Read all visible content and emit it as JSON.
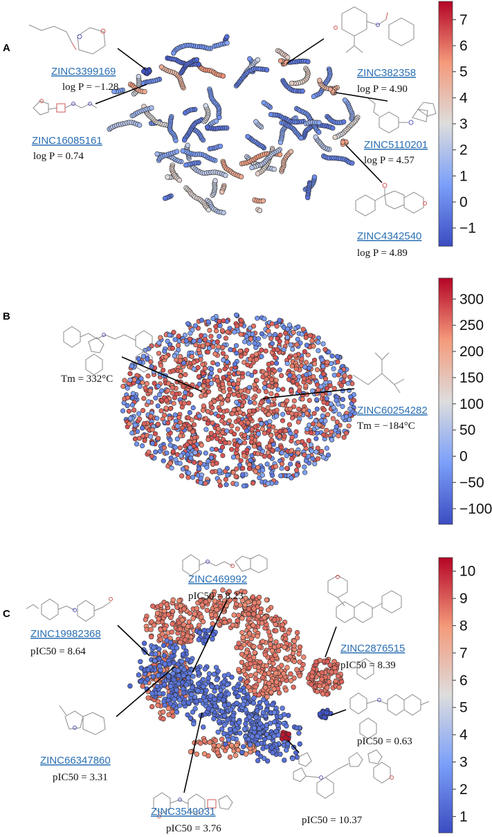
{
  "colors": {
    "cool": "#3b4cc0",
    "neutral": "#dddddd",
    "warm": "#b40426",
    "link": "#2a6fb3"
  },
  "chart_data": [
    {
      "type": "scatter",
      "panel": "A",
      "title": "",
      "color_scale": {
        "min": -1.7,
        "max": 7.7,
        "ticks": [
          -1,
          0,
          1,
          2,
          3,
          4,
          5,
          6,
          7
        ],
        "tick_labels": [
          "−1",
          "0",
          "1",
          "2",
          "3",
          "4",
          "5",
          "6",
          "7"
        ]
      },
      "annotations": [
        {
          "id": "ZINC3399169",
          "label": "log P = −1.28",
          "value": -1.28
        },
        {
          "id": "ZINC16085161",
          "label": "log P = 0.74",
          "value": 0.74
        },
        {
          "id": "ZINC382358",
          "label": "log P = 4.90",
          "value": 4.9
        },
        {
          "id": "ZINC5110201",
          "label": "log P = 4.57",
          "value": 4.57
        },
        {
          "id": "ZINC4342540",
          "label": "log P = 4.89",
          "value": 4.89
        }
      ]
    },
    {
      "type": "scatter",
      "panel": "B",
      "title": "",
      "color_scale": {
        "min": -130,
        "max": 340,
        "ticks": [
          -100,
          -50,
          0,
          50,
          100,
          150,
          200,
          250,
          300
        ],
        "tick_labels": [
          "−100",
          "−50",
          "0",
          "50",
          "100",
          "150",
          "200",
          "250",
          "300"
        ]
      },
      "annotations": [
        {
          "id": "",
          "label": "Tm = 332°C",
          "value": 332
        },
        {
          "id": "ZINC60254282",
          "label": "Tm = −184°C",
          "value": -184
        }
      ]
    },
    {
      "type": "scatter",
      "panel": "C",
      "title": "",
      "color_scale": {
        "min": 0.4,
        "max": 10.5,
        "ticks": [
          1,
          2,
          3,
          4,
          5,
          6,
          7,
          8,
          9,
          10
        ],
        "tick_labels": [
          "1",
          "2",
          "3",
          "4",
          "5",
          "6",
          "7",
          "8",
          "9",
          "10"
        ]
      },
      "annotations": [
        {
          "id": "ZINC469992",
          "label": "pIC50 = 8.23",
          "value": 8.23
        },
        {
          "id": "ZINC19982368",
          "label": "pIC50 = 8.64",
          "value": 8.64
        },
        {
          "id": "ZINC2876515",
          "label": "pIC50 = 8.39",
          "value": 8.39
        },
        {
          "id": "",
          "label": "pIC50 = 0.63",
          "value": 0.63
        },
        {
          "id": "ZINC66347860",
          "label": "pIC50 = 3.31",
          "value": 3.31
        },
        {
          "id": "ZINC3549031",
          "label": "pIC50 = 3.76",
          "value": 3.76
        },
        {
          "id": "",
          "label": "pIC50 = 10.37",
          "value": 10.37
        }
      ]
    }
  ],
  "panels": {
    "A": {
      "letter": "A",
      "labels": {
        "z1_id": "ZINC3399169",
        "z1_val": "log P = −1.28",
        "z2_id": "ZINC16085161",
        "z2_val": "log P = 0.74",
        "z3_id": "ZINC382358",
        "z3_val": "log P = 4.90",
        "z4_id": "ZINC5110201",
        "z4_val": "log P = 4.57",
        "z5_id": "ZINC4342540",
        "z5_val": "log P = 4.89"
      }
    },
    "B": {
      "letter": "B",
      "labels": {
        "tm_high": "Tm = 332°C",
        "z1_id": "ZINC60254282",
        "z1_val": "Tm = −184°C"
      }
    },
    "C": {
      "letter": "C",
      "labels": {
        "z1_id": "ZINC469992",
        "z1_val": "pIC50 = 8.23",
        "z2_id": "ZINC19982368",
        "z2_val": "pIC50 = 8.64",
        "z3_id": "ZINC2876515",
        "z3_val": "pIC50 = 8.39",
        "v4": "pIC50 = 0.63",
        "z5_id": "ZINC66347860",
        "z5_val": "pIC50 = 3.31",
        "z6_id": "ZINC3549031",
        "z6_val": "pIC50 = 3.76",
        "v7": "pIC50 = 10.37"
      }
    }
  }
}
